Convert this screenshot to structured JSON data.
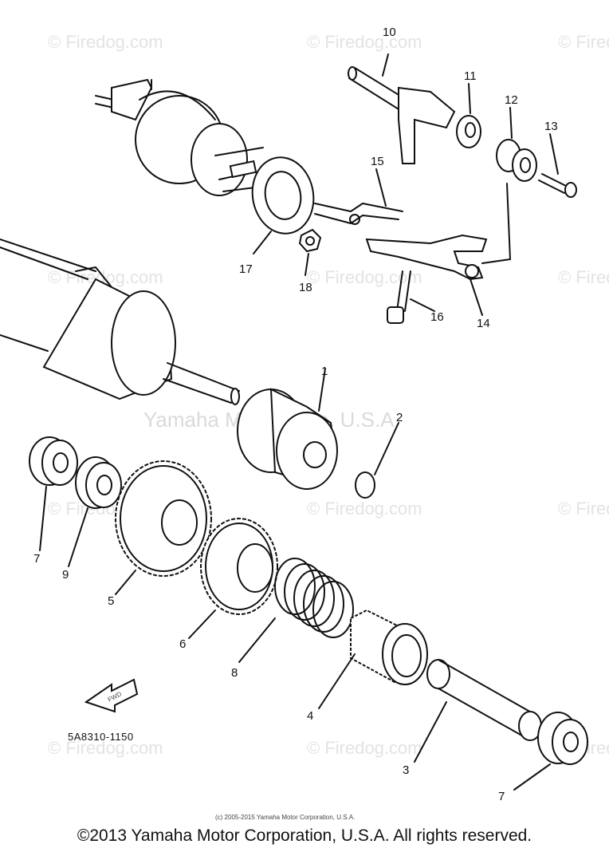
{
  "watermarks": {
    "site": "© Firedog.com",
    "center": "Yamaha Motor Corp, U.S.A."
  },
  "callouts": [
    "1",
    "2",
    "3",
    "4",
    "5",
    "6",
    "7",
    "7",
    "8",
    "9",
    "10",
    "11",
    "12",
    "13",
    "14",
    "15",
    "16",
    "17",
    "18"
  ],
  "part_code": "5A8310-1150",
  "fwd_label": "FWD",
  "small_copyright": "(c) 2005-2015 Yamaha Motor Corporation, U.S.A.",
  "copyright": "©2013 Yamaha Motor Corporation, U.S.A. All rights reserved."
}
